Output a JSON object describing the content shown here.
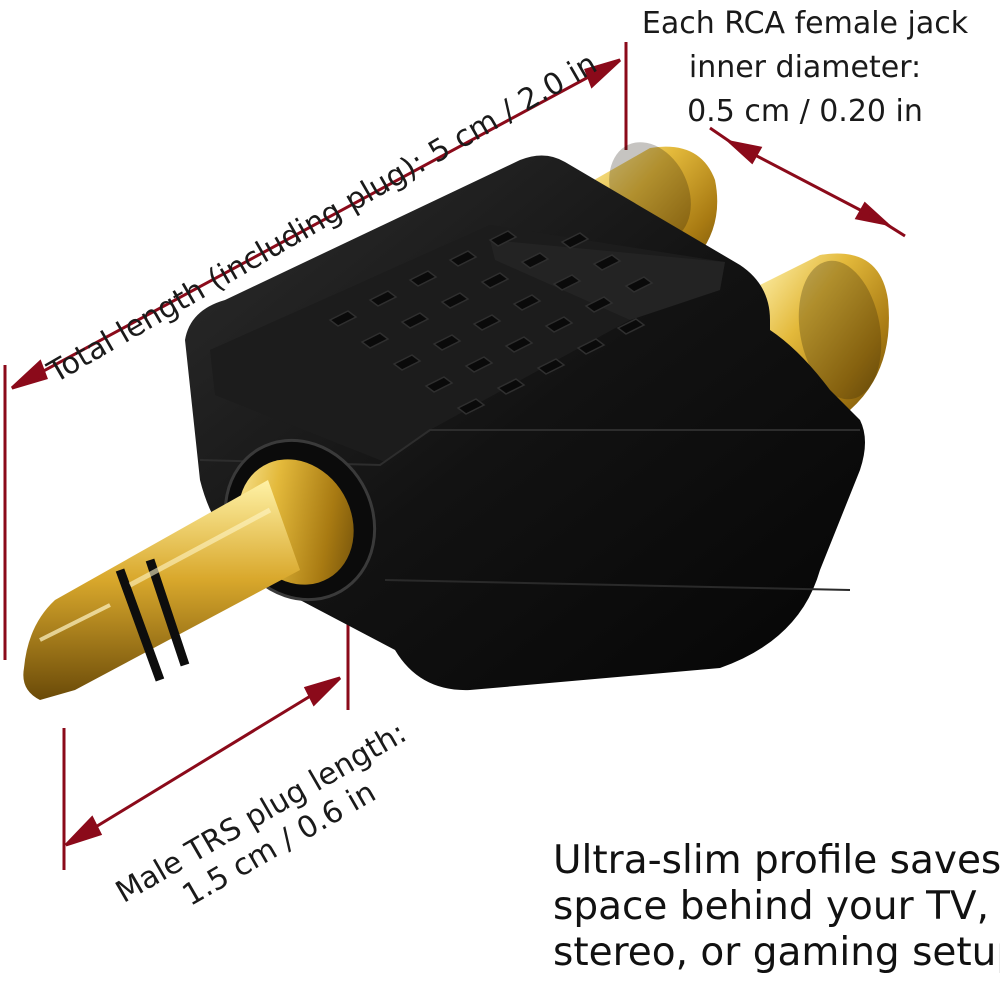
{
  "labels": {
    "rca_line1": "Each RCA female jack",
    "rca_line2": "inner diameter:",
    "rca_line3": "0.5 cm / 0.20 in",
    "total_length": "Total length (including plug): 5 cm / 2.0 in",
    "trs_line1": "Male TRS plug length:",
    "trs_line2": "1.5 cm / 0.6 in"
  },
  "promo": {
    "line1": "Ultra-slim profile saves",
    "line2": "space behind your TV,",
    "line3": "stereo, or gaming setup."
  },
  "colors": {
    "dimension_line": "#8b0a1a",
    "body": "#151515",
    "gold": "#c9a227"
  },
  "icons": {
    "product": "rca-y-splitter-adapter"
  }
}
